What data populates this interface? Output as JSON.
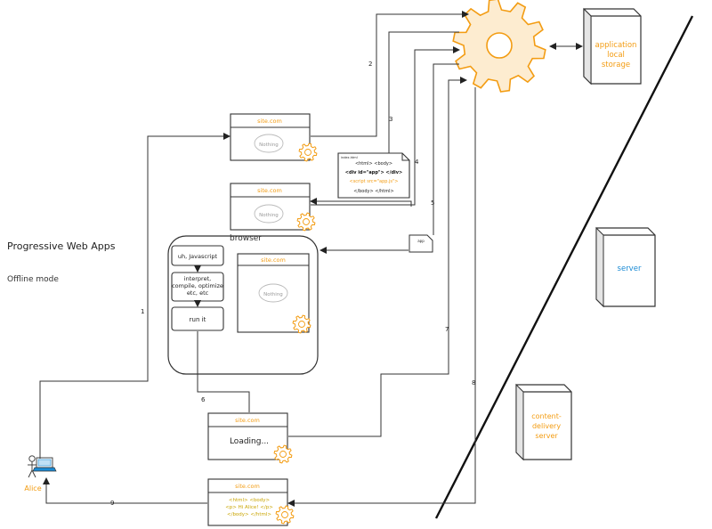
{
  "title": "Progressive Web Apps",
  "subtitle": "Offline mode",
  "colors": {
    "accent": "#f39c12",
    "gear_fill": "#fdecd0",
    "server_text": "#1a8ad4",
    "ink": "#222222"
  },
  "storage": {
    "line1": "application",
    "line2": "local",
    "line3": "storage"
  },
  "server": {
    "label": "server"
  },
  "cdn": {
    "line1": "content-",
    "line2": "delivery",
    "line3": "server"
  },
  "user": {
    "name": "Alice"
  },
  "browser": {
    "label": "browser"
  },
  "steps": {
    "s1": {
      "label": "uh, Javascript"
    },
    "s2": {
      "line1": "interpret,",
      "line2": "compile, optimize",
      "line3": "etc, etc"
    },
    "s3": {
      "label": "run it"
    }
  },
  "windows": {
    "site": "site.com",
    "nothing": "Nothing",
    "loading": "Loading..."
  },
  "code_doc": {
    "header": "index.html",
    "line1": "<html> <body>",
    "line2": "<div id=\"app\"> </div>",
    "line3": "<script src=\"app.js\">",
    "line4": "</body> </html>"
  },
  "final_doc": {
    "line1": "<html> <body>",
    "line2": "<p> Hi Alice! </p>",
    "line3": "</body> </html>"
  },
  "app_file": {
    "label": "app"
  },
  "arrow_labels": {
    "a1": "1",
    "a2": "2",
    "a3": "3",
    "a4": "4",
    "a5": "5",
    "a6": "6",
    "a7": "7",
    "a8": "8",
    "a9": "9"
  }
}
